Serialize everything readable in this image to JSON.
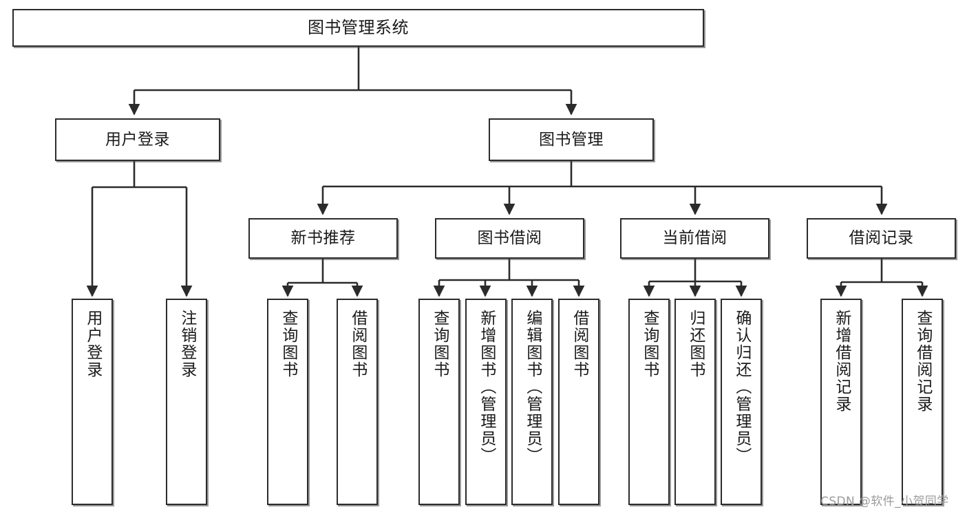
{
  "diagram": {
    "title": "图书管理系统",
    "type": "hierarchy-tree",
    "orientation": "top-down",
    "colors": {
      "background": "#ffffff",
      "node_fill": "#ffffff",
      "node_border": "#2b2b2b",
      "edge": "#2b2b2b",
      "text": "#1a1a1a",
      "watermark": "#9a9a9a"
    }
  },
  "nodes": {
    "root": {
      "label": "图书管理系统",
      "level": 1
    },
    "level2": [
      {
        "id": "user-login",
        "label": "用户登录"
      },
      {
        "id": "book-manage",
        "label": "图书管理"
      }
    ],
    "level3": [
      {
        "id": "new-book-recommend",
        "label": "新书推荐"
      },
      {
        "id": "book-borrow",
        "label": "图书借阅"
      },
      {
        "id": "current-borrow",
        "label": "当前借阅"
      },
      {
        "id": "borrow-record",
        "label": "借阅记录"
      }
    ],
    "leaves": {
      "user-login": [
        {
          "id": "leaf-user-login",
          "label": "用户登录"
        },
        {
          "id": "leaf-user-logout",
          "label": "注销登录"
        }
      ],
      "new-book-recommend": [
        {
          "id": "leaf-query-book-1",
          "label": "查询图书"
        },
        {
          "id": "leaf-borrow-book-1",
          "label": "借阅图书"
        }
      ],
      "book-borrow": [
        {
          "id": "leaf-query-book-2",
          "label": "查询图书"
        },
        {
          "id": "leaf-add-book",
          "label": "新增图书（管理员）"
        },
        {
          "id": "leaf-edit-book",
          "label": "编辑图书（管理员）"
        },
        {
          "id": "leaf-borrow-book-2",
          "label": "借阅图书"
        }
      ],
      "current-borrow": [
        {
          "id": "leaf-query-book-3",
          "label": "查询图书"
        },
        {
          "id": "leaf-return-book",
          "label": "归还图书"
        },
        {
          "id": "leaf-confirm-return",
          "label": "确认归还（管理员）"
        }
      ],
      "borrow-record": [
        {
          "id": "leaf-add-record",
          "label": "新增借阅记录"
        },
        {
          "id": "leaf-query-record",
          "label": "查询借阅记录"
        }
      ]
    }
  },
  "watermark": {
    "text": "CSDN @软件_小贺同学"
  }
}
